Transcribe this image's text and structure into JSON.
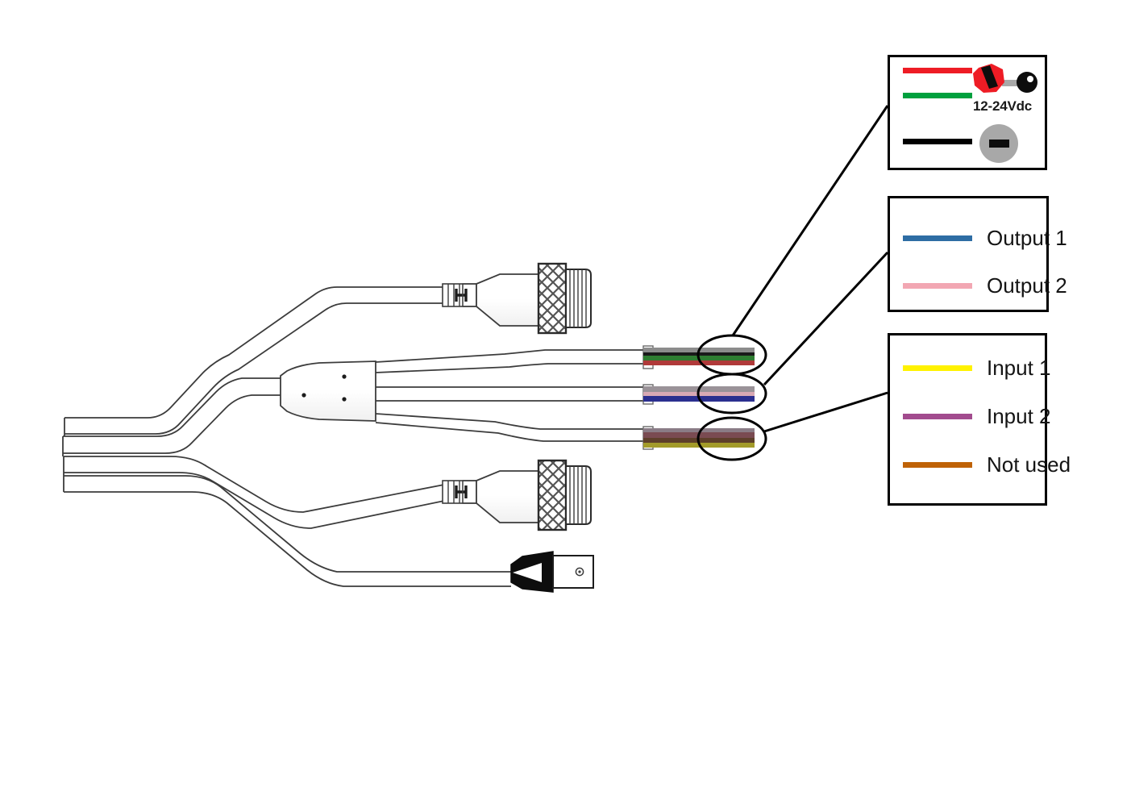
{
  "diagram": {
    "title": "Multi-branch sensor cable wiring diagram",
    "background": "#ffffff",
    "line_color": "#3c3c3c",
    "outline_color": "#000000"
  },
  "legends": [
    {
      "id": "power",
      "name": "power-legend",
      "border_color": "#000000",
      "rows": [
        {
          "label": "",
          "color": "#ee1c25",
          "name": "power-positive-red"
        },
        {
          "label": "",
          "color": "#00a03e",
          "name": "power-positive-green"
        },
        {
          "label": "",
          "color": "#000000",
          "name": "power-negative-black"
        }
      ],
      "voltage_label": "12-24Vdc",
      "icons": {
        "plus_terminal": "plus-terminal-icon",
        "minus_terminal": "minus-terminal-icon",
        "plus_body_color": "#ee1c25",
        "plus_bar_color": "#000000",
        "plus_shaft_color": "#a8a8a8",
        "plus_head_color": "#000000",
        "minus_circle_color": "#a8a8a8",
        "minus_bar_color": "#000000"
      }
    },
    {
      "id": "outputs",
      "name": "outputs-legend",
      "border_color": "#000000",
      "rows": [
        {
          "label": "Output 1",
          "color": "#2e6da4",
          "name": "output-1"
        },
        {
          "label": "Output 2",
          "color": "#f2a7b3",
          "name": "output-2"
        }
      ]
    },
    {
      "id": "inputs",
      "name": "inputs-legend",
      "border_color": "#000000",
      "rows": [
        {
          "label": "Input 1",
          "color": "#fff200",
          "name": "input-1"
        },
        {
          "label": "Input 2",
          "color": "#a24b8e",
          "name": "input-2"
        },
        {
          "label": "Not used",
          "color": "#bf6206",
          "name": "not-used"
        }
      ]
    }
  ],
  "wire_bundles": [
    {
      "name": "power-wire-bundle",
      "id": "bundle-power",
      "stripes": [
        "#8c8c8c",
        "#1a1a1a",
        "#2f7d32",
        "#b03a3a"
      ],
      "callout_target": "power"
    },
    {
      "name": "output-wire-bundle",
      "id": "bundle-outputs",
      "stripes": [
        "#9a9298",
        "#d9a9b4",
        "#2b2f8f"
      ],
      "callout_target": "outputs"
    },
    {
      "name": "input-wire-bundle",
      "id": "bundle-inputs",
      "stripes": [
        "#8a7c86",
        "#7a4b52",
        "#5d3f2a",
        "#a39b2a"
      ],
      "callout_target": "inputs"
    }
  ],
  "connectors": [
    {
      "name": "m12-connector-top",
      "type": "circular-threaded"
    },
    {
      "name": "m12-connector-bottom",
      "type": "circular-threaded"
    },
    {
      "name": "dc-barrel-connector",
      "type": "barrel-jack"
    },
    {
      "name": "cable-splitter-block",
      "type": "y-splitter"
    }
  ],
  "callout_ellipses": [
    {
      "name": "callout-ellipse-power"
    },
    {
      "name": "callout-ellipse-outputs"
    },
    {
      "name": "callout-ellipse-inputs"
    }
  ]
}
